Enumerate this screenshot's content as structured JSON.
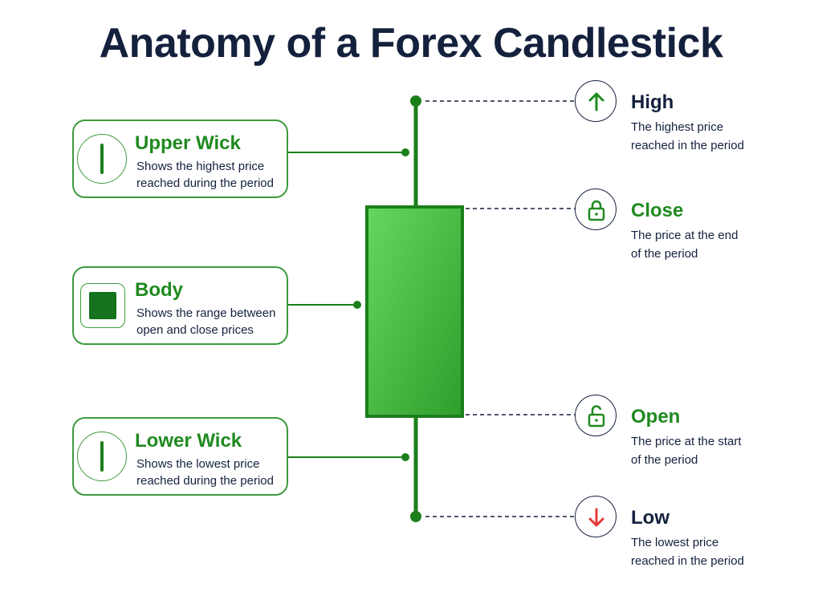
{
  "title": "Anatomy of a Forex Candlestick",
  "colors": {
    "wick": "#1b7f1b",
    "body_light": "#5fd35a",
    "body_dark": "#2e9e2b",
    "accent_green": "#1f8a1f",
    "navy": "#14213d",
    "red": "#e53935"
  },
  "labels": {
    "upper_wick": {
      "title": "Upper Wick",
      "line1": "Shows the highest price",
      "line2": "reached during the period",
      "icon": "wick-icon"
    },
    "body": {
      "title": "Body",
      "line1": "Shows the range between",
      "line2": "open and close prices",
      "icon": "body-square-icon"
    },
    "lower_wick": {
      "title": "Lower Wick",
      "line1": "Shows the lowest price",
      "line2": "reached during the period",
      "icon": "wick-icon"
    }
  },
  "points": {
    "high": {
      "title": "High",
      "line1": "The highest price",
      "line2": "reached in the period",
      "icon": "arrow-up-icon"
    },
    "close": {
      "title": "Close",
      "line1": "The price at the end",
      "line2": "of the period",
      "icon": "lock-icon"
    },
    "open": {
      "title": "Open",
      "line1": "The price at the start",
      "line2": "of the period",
      "icon": "unlock-icon"
    },
    "low": {
      "title": "Low",
      "line1": "The lowest price",
      "line2": "reached in the period",
      "icon": "arrow-down-icon"
    }
  }
}
